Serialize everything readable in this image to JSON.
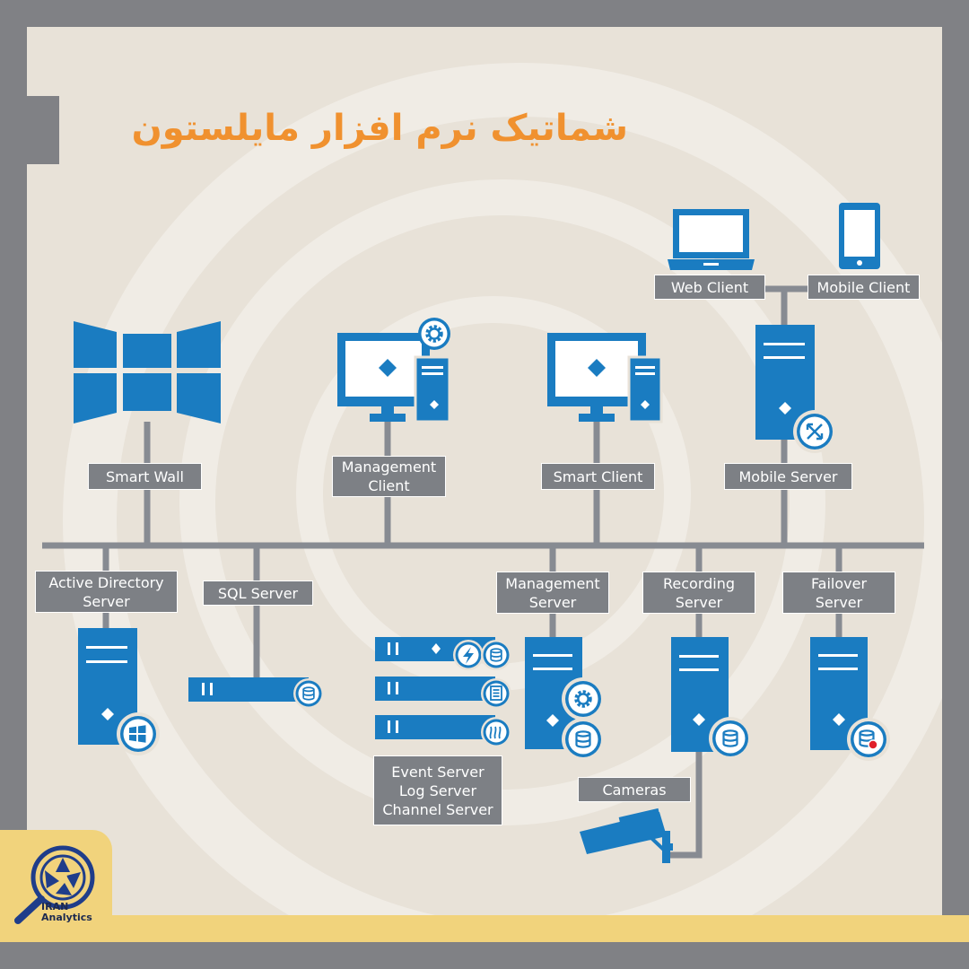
{
  "title": "شماتیک نرم افزار مایلستون",
  "logo": {
    "line1": "IRAN",
    "line2": "Analytics"
  },
  "labels": {
    "smart_wall": "Smart Wall",
    "management_client": "Management\nClient",
    "smart_client": "Smart Client",
    "mobile_server": "Mobile Server",
    "web_client": "Web Client",
    "mobile_client": "Mobile Client",
    "active_directory_server": "Active Directory\nServer",
    "sql_server": "SQL Server",
    "management_server": "Management\nServer",
    "recording_server": "Recording\nServer",
    "failover_server": "Failover\nServer",
    "event_log_channel_server": "Event Server\nLog Server\nChannel Server",
    "cameras": "Cameras"
  },
  "colors": {
    "device_blue": "#1a7cc1",
    "line_gray": "#878b92",
    "label_gray": "#7d8085",
    "title_orange": "#f0912f",
    "frame_gray": "#808185",
    "accent_yellow": "#f1d37c",
    "logo_navy": "#1d2a4f",
    "alert_red": "#e0202a"
  },
  "icons": [
    "windows-video-wall-icon",
    "monitor-gear-icon",
    "monitor-workstation-icon",
    "laptop-icon",
    "smartphone-icon",
    "server-tower-icon",
    "gear-icon",
    "database-icon",
    "windows-logo-icon",
    "lightning-icon",
    "document-icon",
    "wave-icon",
    "arrows-cross-icon",
    "security-camera-icon",
    "camera-lens-logo-icon"
  ]
}
